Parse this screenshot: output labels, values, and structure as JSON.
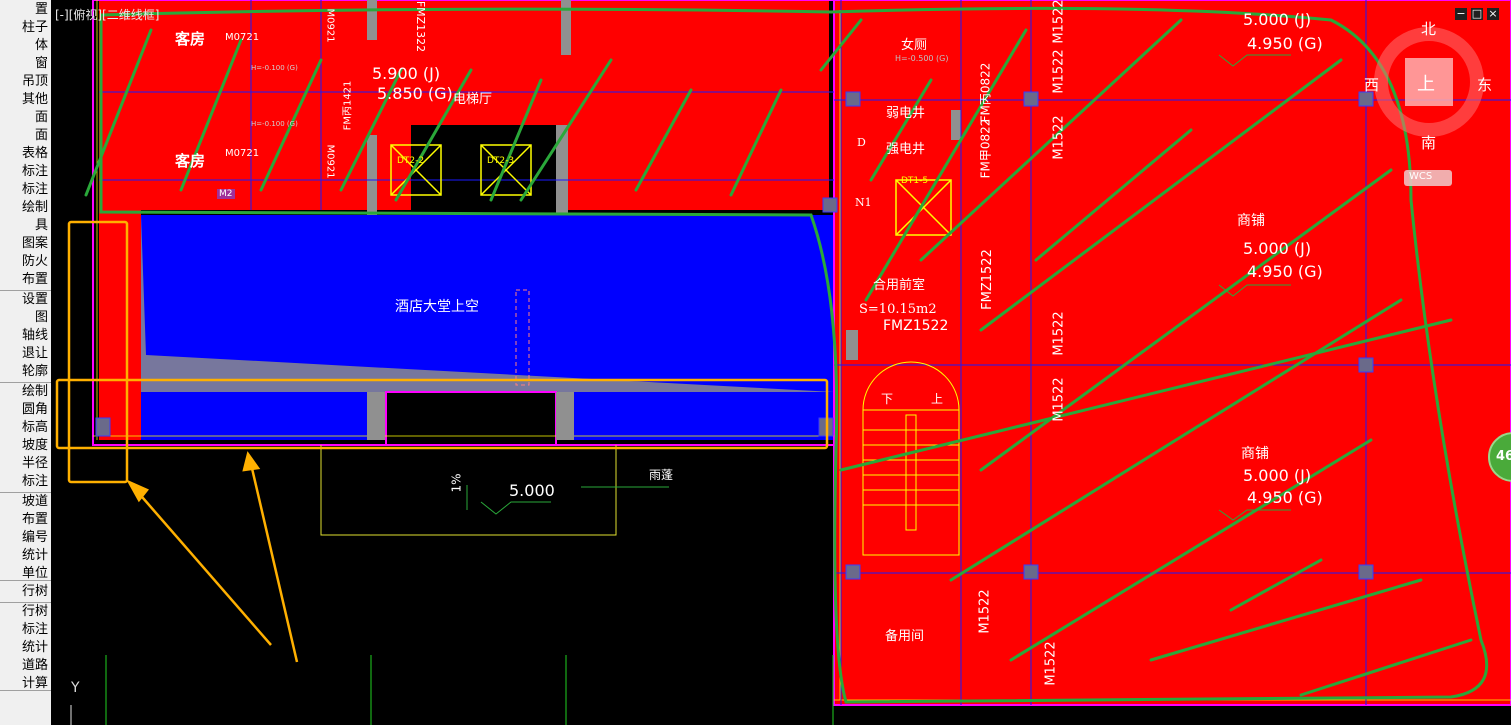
{
  "sidebar": {
    "items": [
      "置",
      "柱子",
      "体",
      "窗",
      "吊顶",
      "其他",
      "面",
      "面",
      "表格",
      "标注",
      "标注",
      "绘制",
      "具",
      "图案",
      "防火",
      "布置",
      "设置",
      "图",
      "轴线",
      "退让",
      "轮廓",
      "绘制",
      "圆角",
      "标高",
      "坡度",
      "半径",
      "标注",
      "坡道",
      "布置",
      "编号",
      "统计",
      "单位",
      "行树",
      "行树",
      "标注",
      "统计",
      "道路",
      "计算"
    ]
  },
  "viewport": {
    "view_label": "[-][俯视][二维线框]",
    "window_buttons": [
      "−",
      "□",
      "×"
    ],
    "y_axis": "Y",
    "progress": "46"
  },
  "navcube": {
    "north": "北",
    "south": "南",
    "east": "东",
    "west": "西",
    "top": "上",
    "wcs": "WCS"
  },
  "drawing": {
    "rooms": {
      "guest_room_1": "客房",
      "guest_room_2": "客房",
      "elevator_hall": "电梯厅",
      "hotel_lobby_void": "酒店大堂上空",
      "womens_restroom": "女厕",
      "weak_current_shaft": "弱电井",
      "strong_current_shaft": "强电井",
      "shared_anteroom": "合用前室",
      "anteroom_area": "S=10.15m2",
      "spare_room": "备用间",
      "canopy": "雨蓬",
      "shop_1": "商铺",
      "shop_2": "商铺",
      "stair_down": "下",
      "stair_up": "上"
    },
    "elevations": {
      "elevator_hall_j": "5.900 (J)",
      "elevator_hall_g": "5.850 (G)",
      "shop_top_j": "5.000 (J)",
      "shop_top_g": "4.950 (G)",
      "shop_1_j": "5.000 (J)",
      "shop_1_g": "4.950 (G)",
      "shop_2_j": "5.000 (J)",
      "shop_2_g": "4.950 (G)",
      "canopy_level": "5.000",
      "slope": "1%",
      "restroom_level": "H=-0.500 (G)"
    },
    "door_tags": {
      "m0721_a": "M0721",
      "m0721_b": "M0721",
      "m0921_a": "M0921",
      "m0921_b": "M0921",
      "fmz1322": "FMZ1322",
      "fmz1421": "FM丙1421",
      "fmz1522_anteroom": "FMZ1522",
      "fmz1522_vertical": "FMZ1522",
      "fm_jia_0822": "FM甲0822",
      "fm_bing_0822": "FM丙0822",
      "m1522_1": "M1522",
      "m1522_2": "M1522",
      "m1522_3": "M1522",
      "m1522_4": "M1522",
      "m1522_5": "M1522",
      "m1522_6": "M1522",
      "m1522_7": "M1522",
      "m2_tag": "M2",
      "n1_tag": "N1",
      "d_tag": "D"
    },
    "equipment": {
      "dt2_2": "DT2-2",
      "dt2_3": "DT2-3",
      "dt1_5": "DT1-5",
      "h_small_1": "H=-0.100 (G)",
      "h_small_2": "H=-0.100 (G)"
    }
  },
  "colors": {
    "room_fill": "#ff0000",
    "void_fill": "#0000ff",
    "wall_outline": "#ff00ff",
    "annotation_orange": "#ffb000",
    "markup_green": "#2aa83a",
    "background": "#000000"
  }
}
